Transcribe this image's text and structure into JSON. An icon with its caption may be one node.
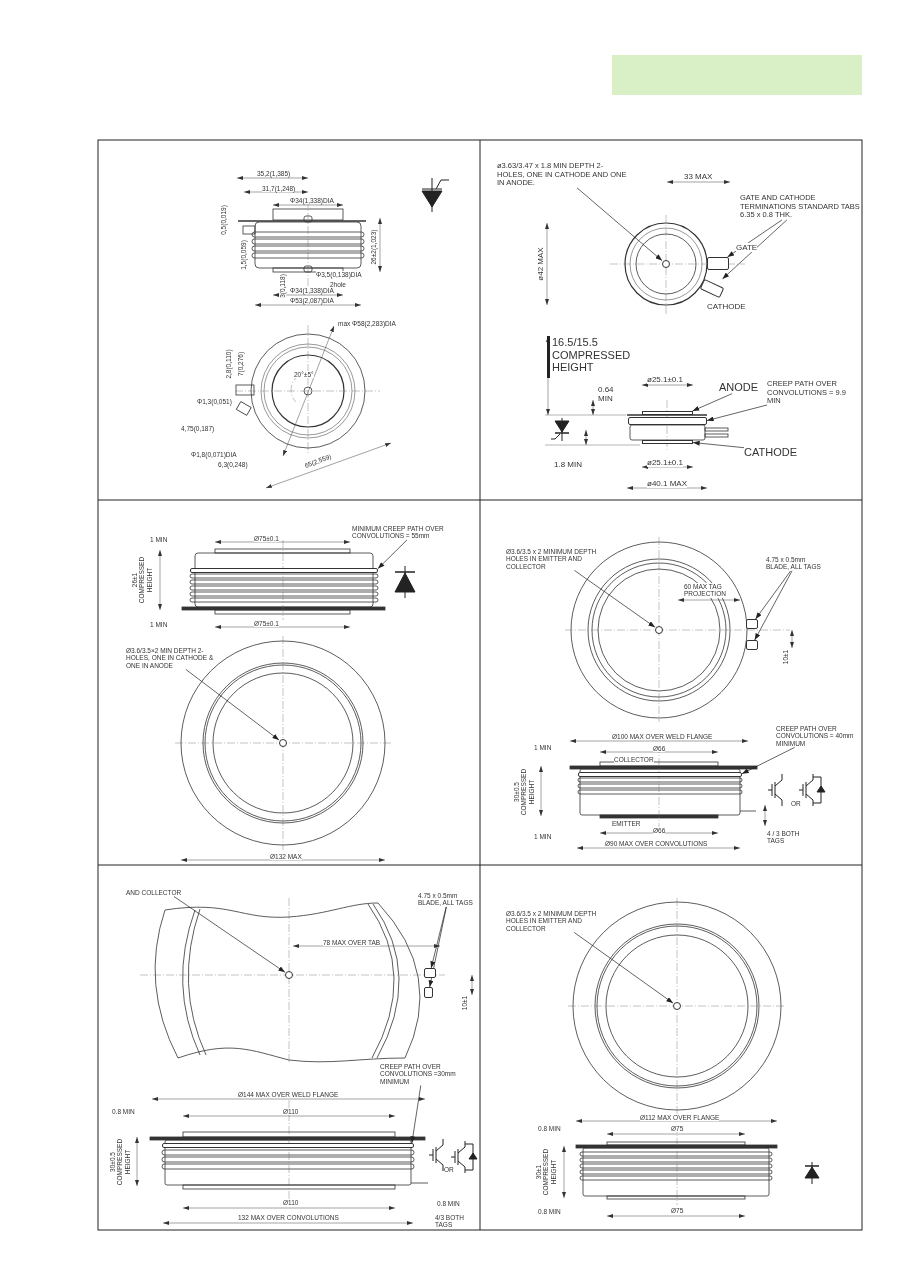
{
  "diagram": {
    "nodes": [
      {
        "text": [
          "ø3.63/3.47 x 1.8 MIN DEPTH 2-HOLES, ONE IN CATHODE AND ONE IN ANODE."
        ]
      },
      {
        "text": [
          "GATE AND CATHODE TERMINATIONS STANDARD TABS 6.35 x 0.8 THK."
        ]
      },
      {
        "text": [
          "ANODE"
        ]
      },
      {
        "text": [
          "CREEP PATH OVER CONVOLUTIONS = 9.9 MIN"
        ]
      },
      {
        "text": [
          "CATHODE"
        ]
      },
      {
        "text": [
          "MINIMUM CREEP PATH OVER CONVOLUTIONS = 55mm"
        ]
      },
      {
        "text": [
          "Ø3.6/3.5×2 MIN DEPTH 2-HOLES, ONE IN CATHODE & ONE IN ANODE"
        ]
      },
      {
        "text": [
          "Ø3.6/3.5 x 2 MINIMUM DEPTH HOLES IN EMITTER AND COLLECTOR"
        ]
      },
      {
        "text": [
          "4.75 x 0.5mm BLADE, ALL TAGS"
        ]
      },
      {
        "text": [
          "CREEP PATH OVER CONVOLUTIONS = 40mm MINIMUM"
        ]
      },
      {
        "text": [
          "AND COLLECTOR"
        ]
      },
      {
        "text": [
          "4.75 x 0.5mm BLADE, ALL TAGS"
        ]
      },
      {
        "text": [
          "CREEP PATH OVER CONVOLUTIONS =30mm MINIMUM"
        ]
      },
      {
        "text": [
          "Ø3.6/3.5 x 2 MINIMUM DEPTH HOLES IN EMITTER AND COLLECTOR"
        ]
      },
      {
        "text": [],
        "shape": "circle"
      },
      {
        "text": [],
        "shape": "box"
      },
      {
        "text": [],
        "shape": "box"
      },
      {
        "text": [],
        "shape": "bar"
      },
      {
        "text": [],
        "shape": "box"
      },
      {
        "text": [],
        "shape": "bar"
      },
      {
        "text": [],
        "shape": "box"
      },
      {
        "text": [],
        "shape": "circle"
      },
      {
        "text": [],
        "shape": "circle"
      },
      {
        "text": [],
        "shape": "box"
      },
      {
        "text": [],
        "shape": "box"
      },
      {
        "text": [],
        "shape": "box"
      },
      {
        "text": [],
        "shape": "circle"
      },
      {
        "text": [],
        "shape": "box"
      },
      {
        "text": [],
        "shape": "box"
      },
      {
        "text": [],
        "shape": "box"
      },
      {
        "text": [],
        "shape": "circle"
      }
    ],
    "edges": [
      {
        "from": 0,
        "to": 14,
        "arrow": "to"
      },
      {
        "from": 1,
        "to": 15,
        "arrow": "to"
      },
      {
        "from": 1,
        "to": 16,
        "arrow": "to"
      },
      {
        "from": 2,
        "to": 17,
        "arrow": "to"
      },
      {
        "from": 3,
        "to": 18,
        "arrow": "to"
      },
      {
        "from": 4,
        "to": 19,
        "arrow": "to"
      },
      {
        "from": 5,
        "to": 20,
        "arrow": "to"
      },
      {
        "from": 6,
        "to": 21,
        "arrow": "to"
      },
      {
        "from": 7,
        "to": 22,
        "arrow": "to"
      },
      {
        "from": 8,
        "to": 23,
        "arrow": "to"
      },
      {
        "from": 8,
        "to": 24,
        "arrow": "to"
      },
      {
        "from": 9,
        "to": 25,
        "arrow": "to"
      },
      {
        "from": 10,
        "to": 26,
        "arrow": "to"
      },
      {
        "from": 11,
        "to": 27,
        "arrow": "to"
      },
      {
        "from": 11,
        "to": 28,
        "arrow": "to"
      },
      {
        "from": 12,
        "to": 29,
        "arrow": "to"
      },
      {
        "from": 13,
        "to": 30,
        "arrow": "to"
      }
    ],
    "labels": [
      "35,2(1,385)",
      "31,7(1,248)",
      "Φ34(1,338)DIA",
      "0,5(0,019)",
      "1,5(0,059)",
      "26±2(1,023)",
      "3(0,118)",
      "Φ3,5(0,138)DIA",
      "2hole",
      "Φ34(1,338)DIA",
      "Φ53(2,087)DIA",
      "max Φ58(2,283)DIA",
      "2,8(0,110)",
      "7(0,276)",
      "20°±5°",
      "Φ1,3(0,051)",
      "4,75(0,187)",
      "Φ1,8(0,071)DIA",
      "6,3(0,248)",
      "65(2,559)",
      "33 MAX",
      "GATE",
      "CATHODE",
      "ø42 MAX",
      "16.5/15.5 COMPRESSED HEIGHT",
      "0.64 MIN",
      "ø25.1±0.1",
      "1.8 MIN",
      "ø25.1±0.1",
      "ø40.1 MAX",
      "1 MIN",
      "Ø75±0.1",
      "26±1 COMPRESSED HEIGHT",
      "1 MIN",
      "Ø75±0.1",
      "Ø132 MAX",
      "60 MAX TAG PROJECTION",
      "10±1",
      "Ø100 MAX OVER WELD FLANGE",
      "1 MIN",
      "Ø66",
      "COLLECTOR",
      "OR",
      "30±0.5 COMPRESSED HEIGHT",
      "EMITTER",
      "1 MIN",
      "Ø66",
      "Ø90 MAX OVER CONVOLUTIONS",
      "4 / 3 BOTH TAGS",
      "78 MAX OVER TAB",
      "10±1",
      "Ø144 MAX OVER WELD FLANGE",
      "0.8 MIN",
      "Ø110",
      "30±0.5 COMPRESSED HEIGHT",
      "OR",
      "Ø110",
      "0.8 MIN",
      "132 MAX OVER CONVOLUTIONS",
      "4/3 BOTH TAGS",
      "Ø112 MAX OVER FLANGE",
      "0.8 MIN",
      "Ø75",
      "30±1 COMPRESSED HEIGHT",
      "0.8 MIN",
      "Ø75"
    ]
  }
}
